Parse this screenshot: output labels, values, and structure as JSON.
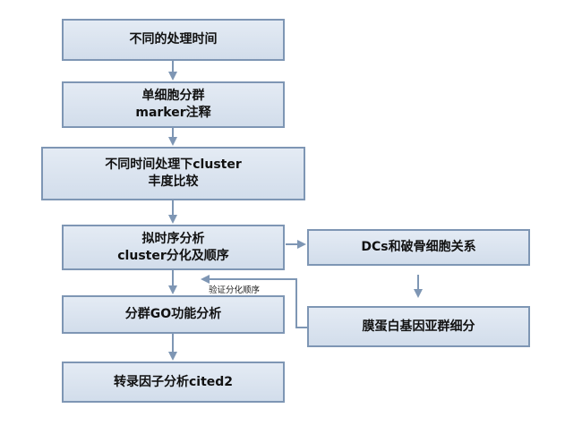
{
  "nodes": {
    "step1": {
      "lines": [
        "不同的处理时间"
      ]
    },
    "step2": {
      "lines": [
        "单细胞分群",
        "marker注释"
      ]
    },
    "step3": {
      "lines": [
        "不同时间处理下cluster",
        "丰度比较"
      ]
    },
    "step4": {
      "lines": [
        "拟时序分析",
        "cluster分化及顺序"
      ]
    },
    "step5": {
      "lines": [
        "分群GO功能分析"
      ]
    },
    "step6": {
      "lines": [
        "转录因子分析cited2"
      ]
    },
    "side1": {
      "lines": [
        "DCs和破骨细胞关系"
      ]
    },
    "side2": {
      "lines": [
        "膜蛋白基因亚群细分"
      ]
    }
  },
  "edge_labels": {
    "verify": "验证分化顺序"
  },
  "colors": {
    "box_fill": "#d9e3ef",
    "box_border": "#7e96b4",
    "arrow": "#7e96b4",
    "text": "#111111"
  }
}
